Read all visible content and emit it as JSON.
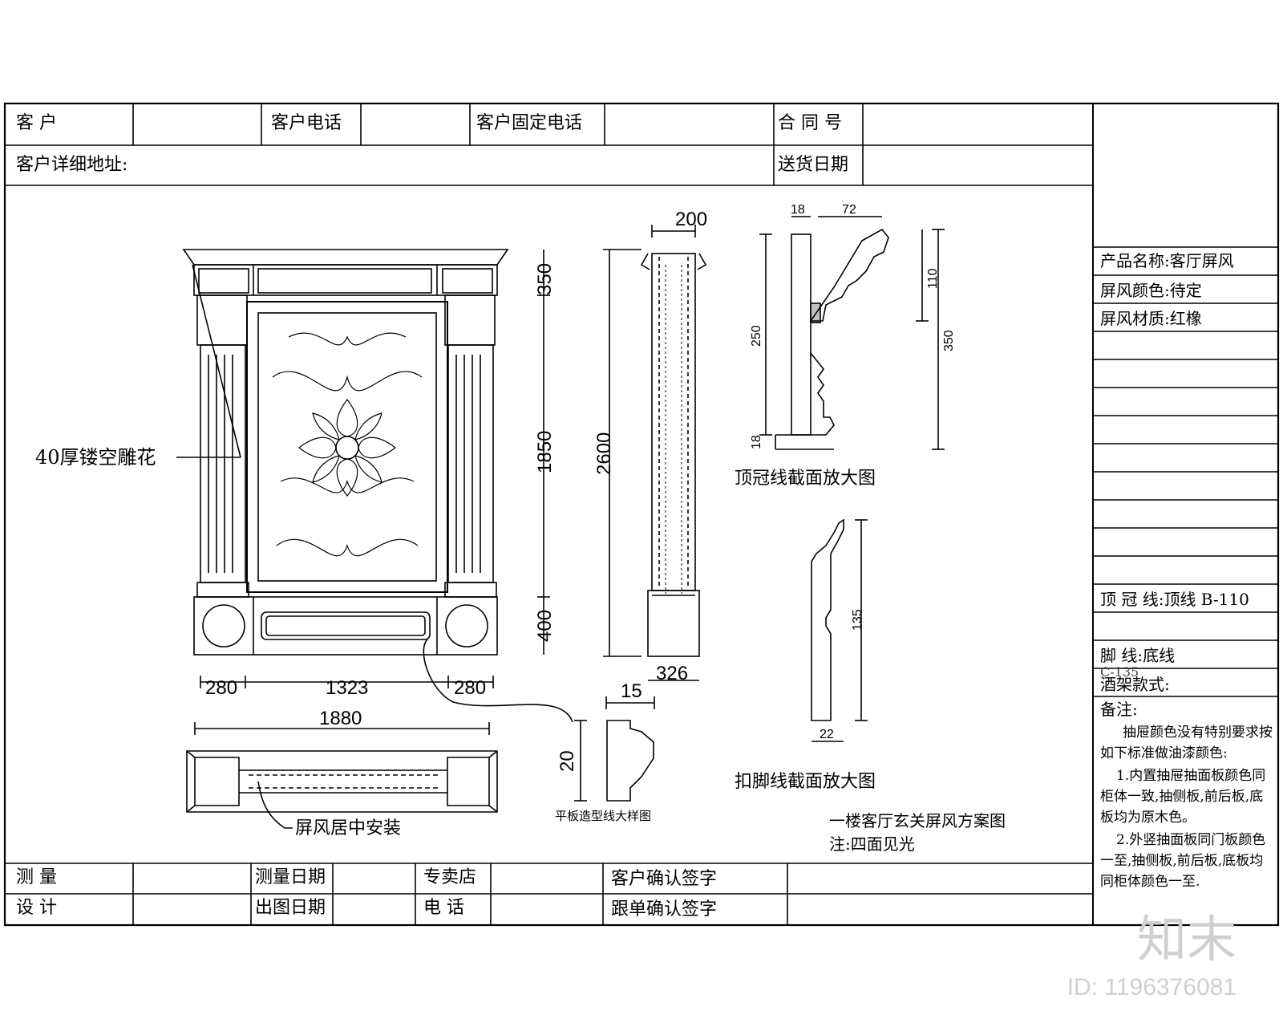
{
  "header": {
    "customer": "客   户",
    "customer_phone": "客户电话",
    "customer_landline": "客户固定电话",
    "contract_no": "合  同  号",
    "customer_address": "客户详细地址:",
    "delivery_date": "送货日期"
  },
  "footer": {
    "measure": "测   量",
    "measure_date": "测量日期",
    "store": "专卖店",
    "customer_confirm": "客户确认签字",
    "design": "设   计",
    "drawing_date": "出图日期",
    "phone": "电     话",
    "followup_confirm": "跟单确认签字"
  },
  "sidebar": {
    "product_name": "产品名称:客厅屏风",
    "screen_color": "屏风颜色:待定",
    "screen_material": "屏风材质:红橡",
    "top_crown": "顶  冠  线:顶线 B-110",
    "foot_line": "脚        线:底线",
    "foot_code": "C-135",
    "wine_rack": "酒架款式:",
    "remarks_title": "备注:",
    "remarks_body": "抽屉颜色没有特别要求按如下标准做油漆颜色:",
    "remarks_1": "1.内置抽屉抽面板颜色同柜体一致,抽侧板,前后板,底板均为原木色。",
    "remarks_2": "2.外竖抽面板同门板颜色一至,抽侧板,前后板,底板均同柜体颜色一至."
  },
  "drawing": {
    "carving_label": "40厚镂空雕花",
    "center_install": "屏风居中安装",
    "flat_board_detail": "平板造型线大样图",
    "crown_section_title": "顶冠线截面放大图",
    "baseboard_section_title": "扣脚线截面放大图",
    "scheme_title": "一楼客厅玄关屏风方案图",
    "scheme_note": "注:四面见光",
    "dims": {
      "front_top": "350",
      "front_mid": "1850",
      "front_bottom": "400",
      "side_total": "2600",
      "side_top": "200",
      "side_bottom": "326",
      "pillar_left": "280",
      "panel_width": "1323",
      "pillar_right": "280",
      "plan_width": "1880",
      "crown_a": "18",
      "crown_b": "72",
      "crown_h1": "250",
      "crown_h2": "18",
      "crown_h3": "110",
      "crown_h4": "350",
      "base_h": "135",
      "base_w": "22",
      "flat_w": "15",
      "flat_h": "20"
    }
  },
  "watermark": {
    "logo": "知末",
    "id": "ID: 1196376081"
  }
}
